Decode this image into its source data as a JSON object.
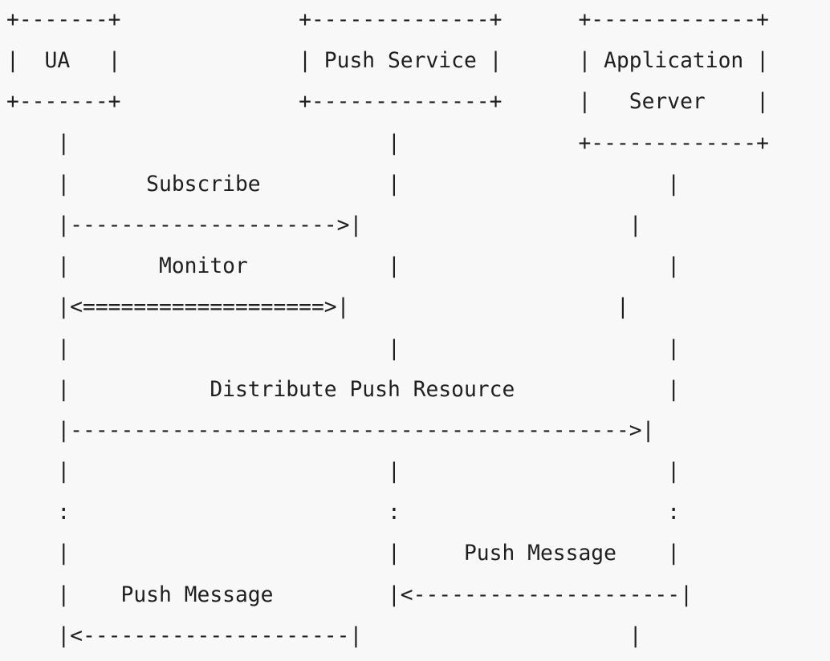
{
  "diagram": {
    "lines": [
      "+-------+              +--------------+      +-------------+",
      "|  UA   |              | Push Service |      | Application |",
      "+-------+              +--------------+      |   Server    |",
      "    |                         |              +-------------+",
      "    |      Subscribe          |                     |",
      "    |--------------------->|                     |",
      "    |       Monitor           |                     |",
      "    |<===================>|                     |",
      "    |                         |                     |",
      "    |           Distribute Push Resource            |",
      "    |-------------------------------------------->|",
      "    |                         |                     |",
      "    :                         :                     :",
      "    |                         |     Push Message    |",
      "    |    Push Message         |<---------------------|",
      "    |<---------------------|                     |"
    ]
  }
}
